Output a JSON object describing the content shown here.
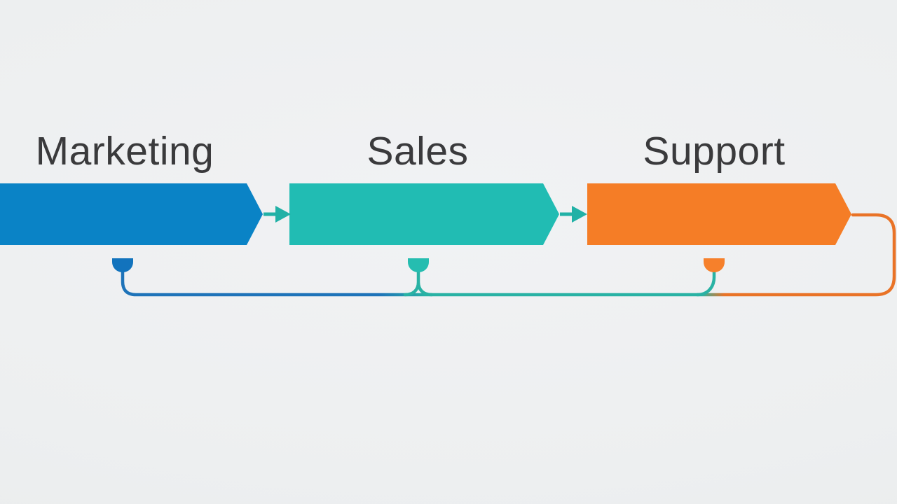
{
  "theme": {
    "label_color": "#3a3a3c",
    "background_color": "#eef0f1"
  },
  "stages": [
    {
      "label": "Marketing",
      "banner_color": "#0a83c6",
      "tab_color": "#1273bd"
    },
    {
      "label": "Sales",
      "banner_color": "#21bcb3",
      "tab_color": "#25bdb0"
    },
    {
      "label": "Support",
      "banner_color": "#f57d26",
      "tab_color": "#f6802b"
    }
  ],
  "flow_arrows": {
    "color": "#21b1a6"
  },
  "connector": {
    "blue": "#1e73b9",
    "teal": "#29b2a4",
    "orange": "#e97327"
  }
}
